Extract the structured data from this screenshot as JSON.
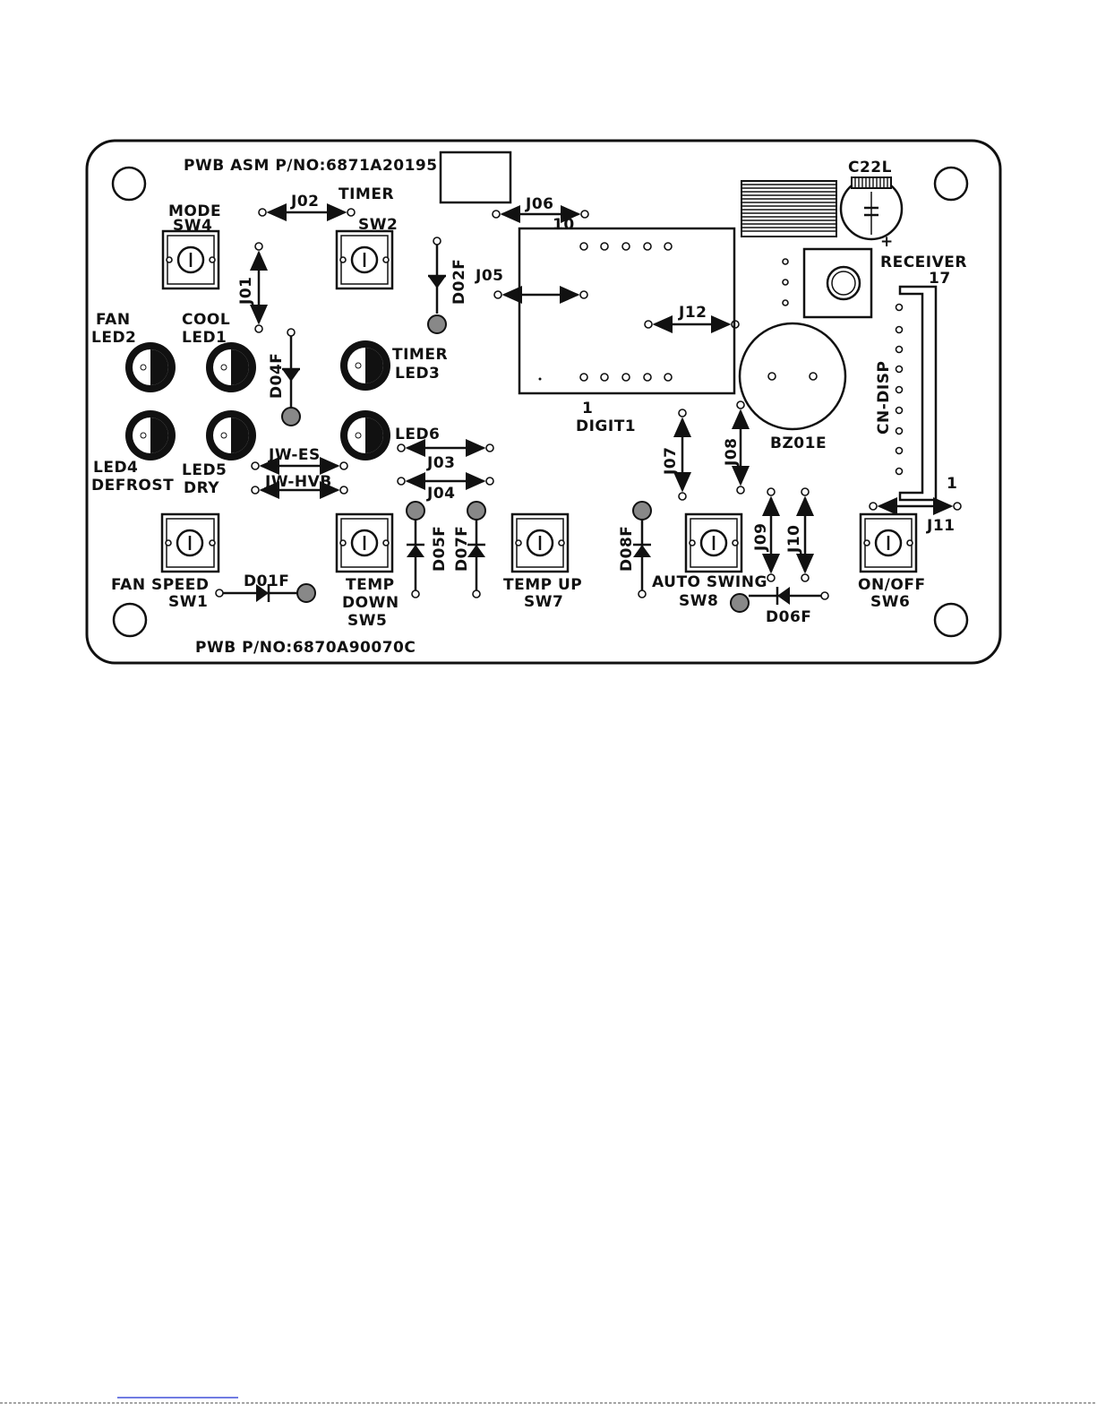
{
  "board": {
    "asm_pn": "PWB ASM P/NO:6871A20195",
    "pwb_pn": "PWB P/NO:6870A90070C"
  },
  "switches": {
    "sw4": {
      "name": "MODE",
      "ref": "SW4"
    },
    "sw2": {
      "name": "TIMER",
      "ref": "SW2"
    },
    "sw1": {
      "name": "FAN SPEED",
      "ref": "SW1"
    },
    "sw5": {
      "line1": "TEMP",
      "line2": "DOWN",
      "ref": "SW5"
    },
    "sw7": {
      "name": "TEMP UP",
      "ref": "SW7"
    },
    "sw8": {
      "name": "AUTO SWING",
      "ref": "SW8"
    },
    "sw6": {
      "name": "ON/OFF",
      "ref": "SW6"
    }
  },
  "leds": {
    "led2": {
      "name": "FAN",
      "ref": "LED2"
    },
    "led1": {
      "name": "COOL",
      "ref": "LED1"
    },
    "led3": {
      "name": "TIMER",
      "ref": "LED3"
    },
    "led4": {
      "ref": "LED4",
      "name": "DEFROST"
    },
    "led5": {
      "ref": "LED5",
      "name": "DRY"
    },
    "led6": {
      "ref": "LED6"
    }
  },
  "jumpers": {
    "j01": "J01",
    "j02": "J02",
    "j03": "J03",
    "j04": "J04",
    "j05": "J05",
    "j06": "J06",
    "j07": "J07",
    "j08": "J08",
    "j09": "J09",
    "j10": "J10",
    "j11": "J11",
    "j12": "J12",
    "jw_es": "JW-ES",
    "jw_hvb": "JW-HVB"
  },
  "diodes": {
    "d01f": "D01F",
    "d02f": "D02F",
    "d04f": "D04F",
    "d05f": "D05F",
    "d06f": "D06F",
    "d07f": "D07F",
    "d08f": "D08F"
  },
  "components": {
    "digit": "DIGIT1",
    "digit_pin1": "1",
    "digit_pin10": "10",
    "buzzer": "BZ01E",
    "capacitor": "C22L",
    "cap_plus": "+",
    "receiver": "RECEIVER",
    "cn_disp": "CN-DISP",
    "cn_pin17": "17",
    "cn_pin1": "1"
  },
  "colors": {
    "ink": "#111111",
    "paper": "#ffffff",
    "link": "#1a2fd0"
  }
}
